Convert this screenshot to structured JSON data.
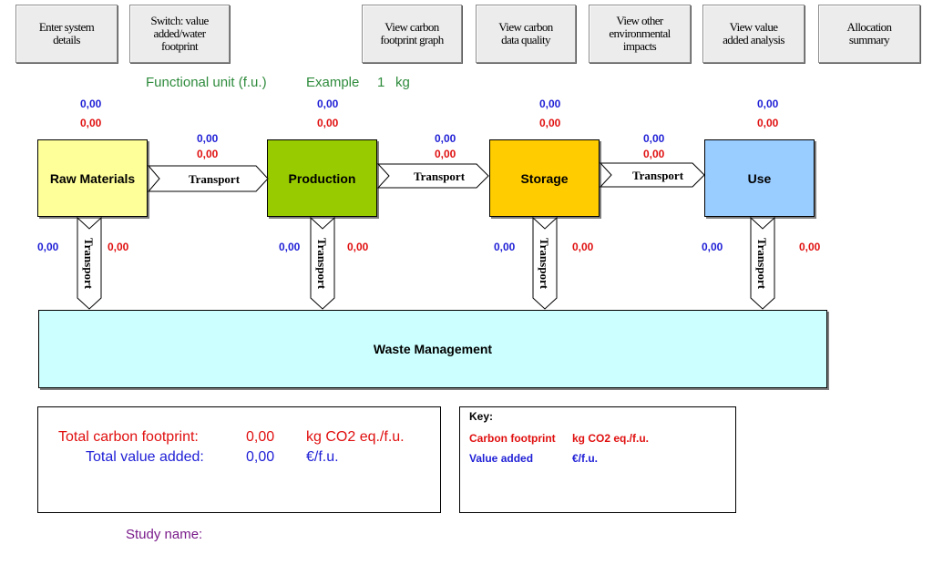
{
  "toolbar": {
    "enter_system": "Enter system\ndetails",
    "switch_value": "Switch: value\nadded/water\nfootprint",
    "view_carbon_graph": "View carbon\nfootprint graph",
    "view_carbon_quality": "View carbon\ndata quality",
    "view_env_impacts": "View other\nenvironmental\nimpacts",
    "view_value_added": "View value\nadded analysis",
    "allocation_summary": "Allocation\nsummary"
  },
  "functional_unit": {
    "label": "Functional unit (f.u.)",
    "example": "Example",
    "quantity": "1",
    "unit": "kg"
  },
  "stages": {
    "raw_materials": {
      "name": "Raw Materials",
      "color": "#ffff99",
      "value_added": "0,00",
      "carbon": "0,00",
      "waste_value": "0,00",
      "waste_carbon": "0,00"
    },
    "production": {
      "name": "Production",
      "color": "#99cc00",
      "value_added": "0,00",
      "carbon": "0,00",
      "waste_value": "0,00",
      "waste_carbon": "0,00"
    },
    "storage": {
      "name": "Storage",
      "color": "#ffcc00",
      "value_added": "0,00",
      "carbon": "0,00",
      "waste_value": "0,00",
      "waste_carbon": "0,00"
    },
    "use": {
      "name": "Use",
      "color": "#99ccff",
      "value_added": "0,00",
      "carbon": "0,00",
      "waste_value": "0,00",
      "waste_carbon": "0,00"
    }
  },
  "transport": {
    "label": "Transport",
    "t1": {
      "value_added": "0,00",
      "carbon": "0,00"
    },
    "t2": {
      "value_added": "0,00",
      "carbon": "0,00"
    },
    "t3": {
      "value_added": "0,00",
      "carbon": "0,00"
    }
  },
  "waste_management": {
    "name": "Waste Management"
  },
  "totals": {
    "carbon_label": "Total carbon footprint:",
    "carbon_value": "0,00",
    "carbon_unit": "kg CO2 eq./f.u.",
    "value_label": "Total value added:",
    "value_value": "0,00",
    "value_unit": "€/f.u."
  },
  "key": {
    "title": "Key:",
    "carbon_label": "Carbon footprint",
    "carbon_unit": "kg CO2 eq./f.u.",
    "value_label": "Value added",
    "value_unit": "€/f.u."
  },
  "study": {
    "label": "Study name:"
  },
  "colors": {
    "value_added": "#1f1fd6",
    "carbon": "#e01010",
    "functional_unit": "#2e8b3c",
    "waste": "#ccffff"
  }
}
